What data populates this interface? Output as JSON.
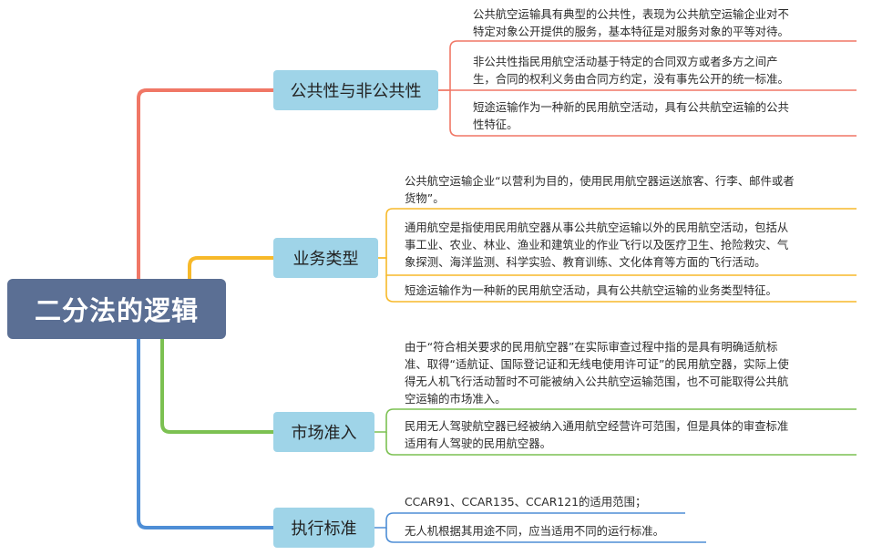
{
  "root": {
    "label": "二分法的逻辑"
  },
  "colors": {
    "red": "#f07766",
    "orange": "#f7b92a",
    "green": "#7cc152",
    "blue": "#4e8ed6",
    "branch_fill": "#9fd4e8",
    "root_fill": "#5b6f94"
  },
  "branches": [
    {
      "label": "公共性与非公共性",
      "leaves": [
        "公共航空运输具有典型的公共性，表现为公共航空运输企业对不\n特定对象公开提供的服务，基本特征是对服务对象的平等对待。",
        "非公共性指民用航空活动基于特定的合同双方或者多方之间产\n生，合同的权利义务由合同方约定，没有事先公开的统一标准。",
        "短途运输作为一种新的民用航空活动，具有公共航空运输的公共\n性特征。"
      ]
    },
    {
      "label": "业务类型",
      "leaves": [
        "公共航空运输企业“以营利为目的，使用民用航空器运送旅客、行李、邮件或者\n货物”。",
        "通用航空是指使用民用航空器从事公共航空运输以外的民用航空活动，包括从\n事工业、农业、林业、渔业和建筑业的作业飞行以及医疗卫生、抢险救灾、气\n象探测、海洋监测、科学实验、教育训练、文化体育等方面的飞行活动。",
        "短途运输作为一种新的民用航空活动，具有公共航空运输的业务类型特征。"
      ]
    },
    {
      "label": "市场准入",
      "leaves": [
        "由于“符合相关要求的民用航空器”在实际审查过程中指的是具有明确适航标\n准、取得“适航证、国际登记证和无线电使用许可证”的民用航空器，实际上使\n得无人机飞行活动暂时不可能被纳入公共航空运输范围，也不可能取得公共航\n空运输的市场准入。",
        "民用无人驾驶航空器已经被纳入通用航空经营许可范围，但是具体的审查标准\n适用有人驾驶的民用航空器。"
      ]
    },
    {
      "label": "执行标准",
      "leaves": [
        "CCAR91、CCAR135、CCAR121的适用范围；",
        "无人机根据其用途不同，应当适用不同的运行标准。"
      ]
    }
  ]
}
